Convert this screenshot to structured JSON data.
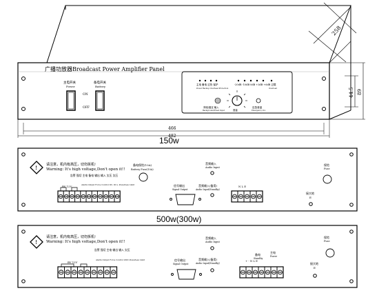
{
  "front_panel": {
    "title": "广播功放器Broadcast Power Amplifier Panel",
    "switch_left_label": "主电开关",
    "switch_left_sub": "Power",
    "switch_right_label": "备电开关",
    "switch_right_sub": "Battery",
    "on_label": "ON",
    "off_label": "OFF",
    "led_group1_label": "主电 备电 过热 保护",
    "led_group1_sub": "Power Backup Overheat Protection",
    "led_group2_label": "-20dB -10dB 0dB +3dB +6dB 过载",
    "led_group2_sub": "Overload",
    "knob_small_label": "背噪/固定 输入",
    "knob_small_sub": "Background/Fixed Input",
    "knob_big_label": "音量",
    "knob_big_sub": "Volume",
    "emergency_label": "应急音量",
    "emergency_sub": "Emergency Vol."
  },
  "dimensions": {
    "depth": "258",
    "height_inner": "44.5",
    "height_outer": "89",
    "width_inner": "466",
    "width_outer": "482"
  },
  "rear_150": {
    "title": "150w",
    "warning_cn": "请注意，机内有高压，切勿拆机!",
    "warning_en": "Warning: It's high voltage,Don't open it!!",
    "battery_fuse": "备电保险(10A)",
    "battery_fuse_en": "Battery Fuse(10A)",
    "audio_input": "音频输入",
    "audio_input_en": "Audio Input",
    "fuse_label": "保险",
    "fuse_en": "Fuse",
    "signal_output": "信号输出",
    "signal_output_en": "Signal Output",
    "audio_standby": "音频输入(备用)",
    "audio_standby_en": "Audio Input(Standby)",
    "ground": "接大地",
    "ground_sym": "E",
    "term_labels": "告警 强切 主电 备电\n输出 输入 欠压 欠压",
    "term_sub": "Alarm Output  Force Control  DC- DC+  Powerless Limit",
    "term_volts": "BV 12V",
    "power_labels": "N  L  E"
  },
  "rear_500": {
    "title": "500w(300w)",
    "warning_cn": "请注意，机内有高压，切勿拆机!",
    "warning_en": "Warning: It's high voltage,Don't open it!!",
    "audio_input": "音频输入",
    "audio_input_en": "Audio Input",
    "fuse_label": "保险",
    "fuse_en": "Fuse",
    "signal_output": "信号输出",
    "signal_output_en": "Signal Output",
    "audio_standby": "音频输入(备用)",
    "audio_standby_en": "Audio Input(Standby)",
    "ground": "接大地",
    "ground_sym": "E",
    "standby_label": "备电",
    "standby_en": "Standby",
    "main_label": "主电",
    "main_en": "Power",
    "term_labels": "告警 强切 主电\n输出 输入 欠压",
    "term_sub": "Alarm Output  Force Control  GND  Powerless Limit",
    "term_volts": "BV  12V",
    "power_labels": "+  -  N  L  E"
  }
}
